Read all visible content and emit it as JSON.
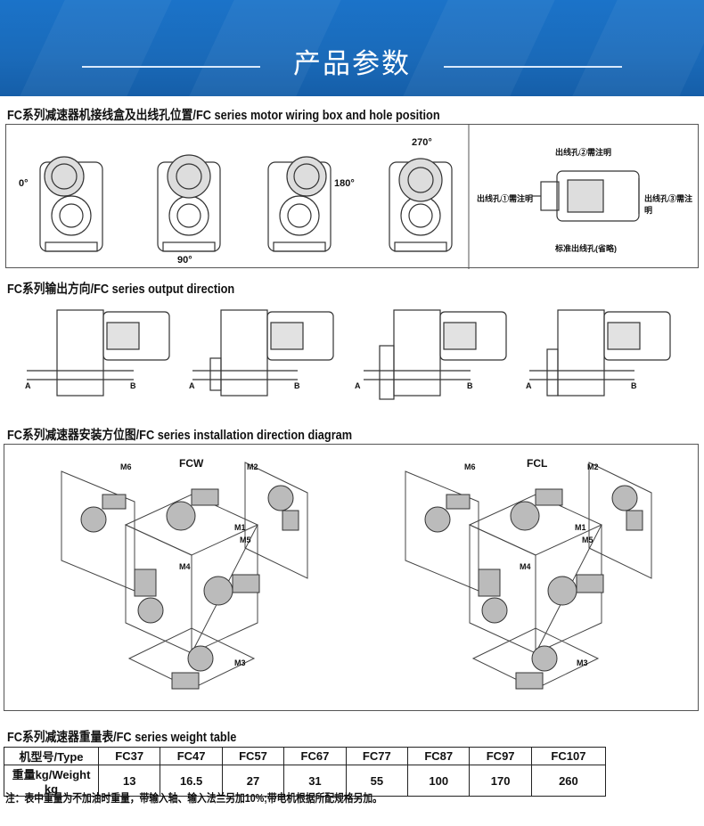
{
  "banner": {
    "title": "产品参数"
  },
  "sections": {
    "wiring": "FC系列减速器机接线盒及出线孔位置/FC series motor wiring box and hole position",
    "output": "FC系列输出方向/FC series output direction",
    "installation": "FC系列减速器安装方位图/FC series installation direction diagram",
    "weight": "FC系列减速器重量表/FC series weight table"
  },
  "wiring_labels": {
    "angle_0": "0°",
    "angle_90": "90°",
    "angle_180": "180°",
    "angle_270": "270°",
    "hole2": "出线孔②需注明",
    "hole1": "出线孔①需注明",
    "hole3": "出线孔③需注明",
    "standard": "标准出线孔(省略)"
  },
  "output_labels": {
    "a": "A",
    "b": "B"
  },
  "install_labels": {
    "fcw": "FCW",
    "fcl": "FCL",
    "m1": "M1",
    "m2": "M2",
    "m3": "M3",
    "m4": "M4",
    "m5": "M5",
    "m6": "M6"
  },
  "weight_table": {
    "type_label": "机型号/Type",
    "weight_label": "重量kg/Weight kg",
    "types": [
      "FC37",
      "FC47",
      "FC57",
      "FC67",
      "FC77",
      "FC87",
      "FC97",
      "FC107"
    ],
    "weights": [
      "13",
      "16.5",
      "27",
      "31",
      "55",
      "100",
      "170",
      "260"
    ]
  },
  "note": "注：表中重量为不加油时重量，带输入轴、输入法兰另加10%;带电机根据所配规格另加。"
}
